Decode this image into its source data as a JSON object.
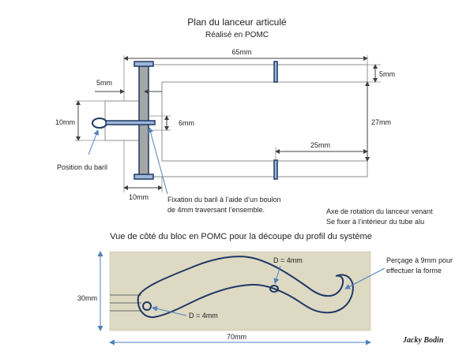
{
  "title": "Plan du lanceur articulé",
  "subtitle": "Réalisé en POMC",
  "top_view": {
    "dim_length": "65mm",
    "dim_5mm_left": "5mm",
    "dim_5mm_right": "5mm",
    "dim_10mm_left": "10mm",
    "dim_6mm": "6mm",
    "dim_27mm": "27mm",
    "dim_25mm": "25mm",
    "dim_10mm_bottom": "10mm",
    "label_baril": "Position du baril",
    "note_fixation_line1": "Fixation du baril à l’aide d’un boulon",
    "note_fixation_line2": "de 4mm traversant l’ensemble.",
    "note_axe_line1": "Axe de rotation du lanceur venant",
    "note_axe_line2": "Se fixer à l’intérieur du tube alu"
  },
  "side_view": {
    "heading": "Vue de côté du bloc en POMC pour la découpe du profil du système",
    "dim_height": "30mm",
    "dim_width": "70mm",
    "label_d4_top": "D = 4mm",
    "label_d4_bottom": "D = 4mm",
    "note_percage_line1": "Perçage à 9mm  pour",
    "note_percage_line2": "effectuer la forme",
    "block_color": "#ddd9c3"
  },
  "signature": "Jacky Bodin",
  "colors": {
    "outline": "#8c8c8c",
    "dim_line": "#404040",
    "blue_part": "#1f3864",
    "blue_fill": "#9db6d8",
    "leader": "#4f81bd",
    "grey_bar": "#a6a6a6"
  }
}
